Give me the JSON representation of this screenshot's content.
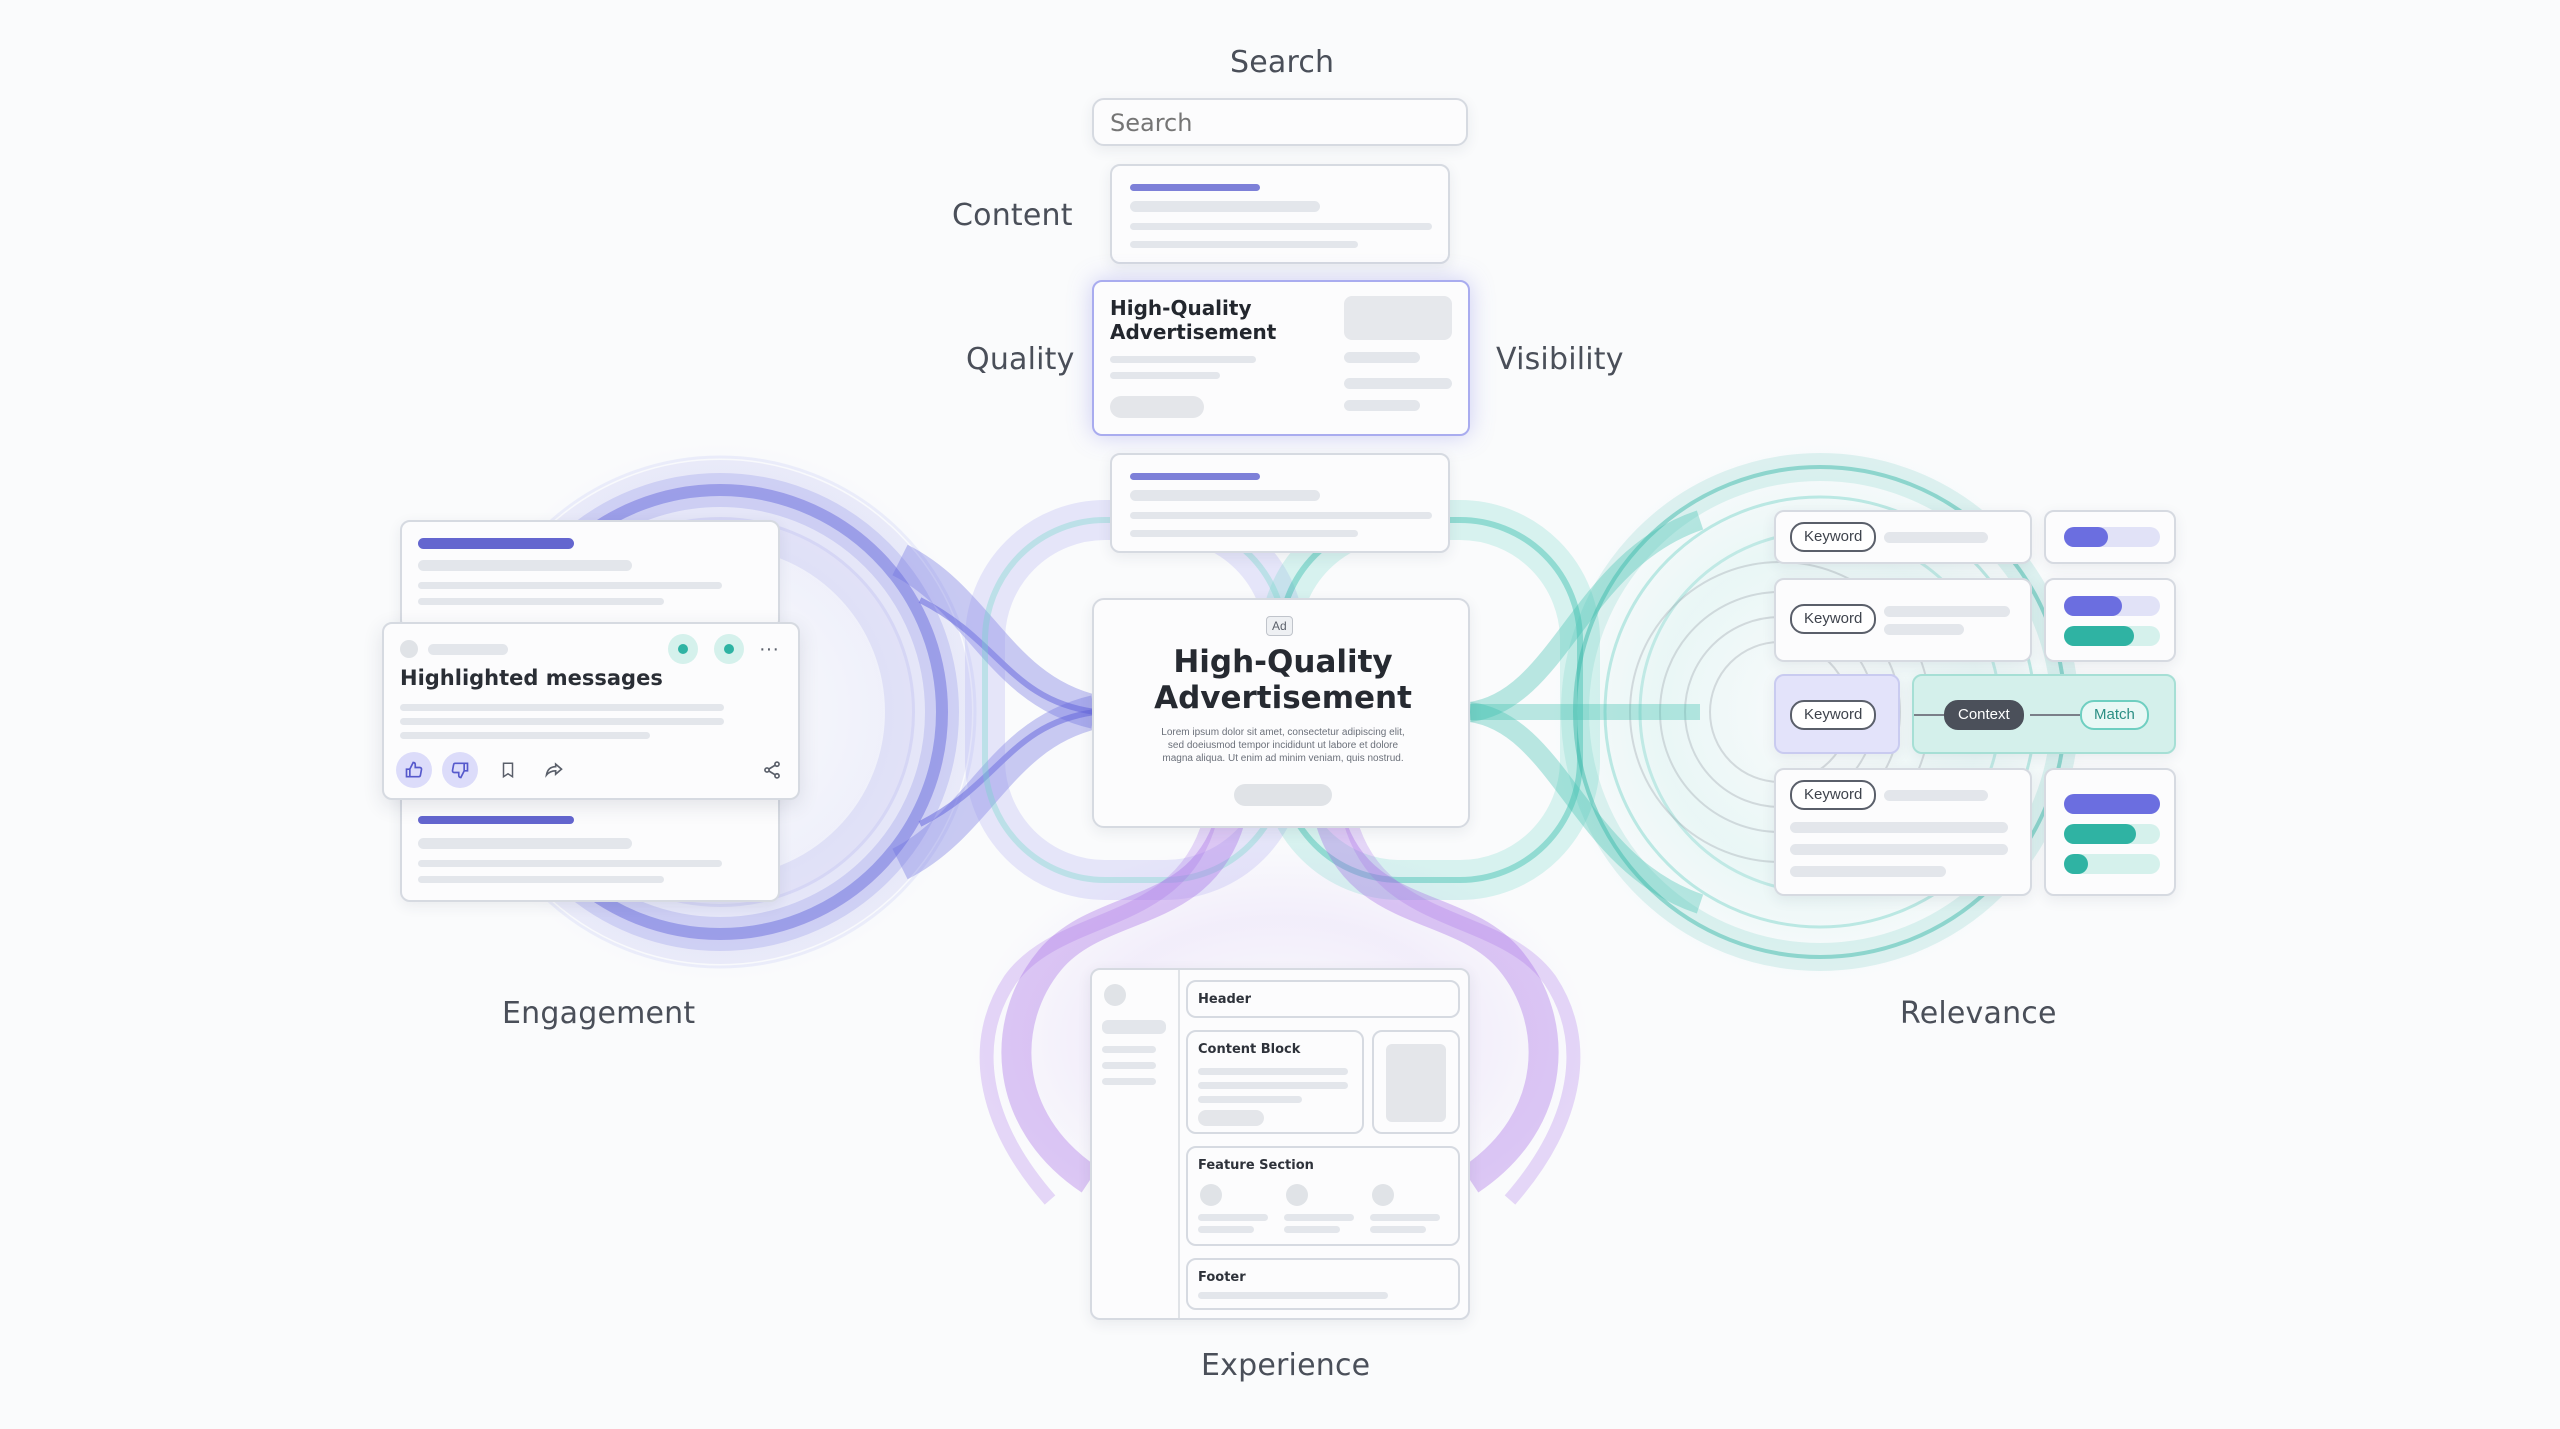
{
  "labels": {
    "search": "Search",
    "content": "Content",
    "quality": "Quality",
    "visibility": "Visibility",
    "engagement": "Engagement",
    "relevance": "Relevance",
    "experience": "Experience"
  },
  "search_box": {
    "placeholder": "Search"
  },
  "quality_card": {
    "title": "High-Quality Advertisement"
  },
  "center_ad": {
    "badge": "Ad",
    "title": "High-Quality Advertisement",
    "body_line1": "Lorem ipsum dolor sit amet, consectetur adipiscing elit,",
    "body_line2": "sed doeiusmod tempor incididunt ut labore et dolore",
    "body_line3": "magna aliqua. Ut enim ad minim veniam, quis nostrud."
  },
  "engagement_card": {
    "title": "Highlighted messages",
    "more": "···"
  },
  "relevance": {
    "keyword": "Keyword",
    "context": "Context",
    "match": "Match"
  },
  "wireframe": {
    "header": "Header",
    "content_block": "Content Block",
    "feature_section": "Feature Section",
    "footer": "Footer"
  },
  "colors": {
    "purple": "#6b6ee0",
    "violet": "#a466e6",
    "teal": "#3cbfb0",
    "text": "#4a4f59"
  },
  "icons": [
    "search-icon",
    "thumbs-up-icon",
    "thumbs-down-icon",
    "bookmark-icon",
    "share-icon",
    "nodes-share-icon",
    "more-icon"
  ]
}
